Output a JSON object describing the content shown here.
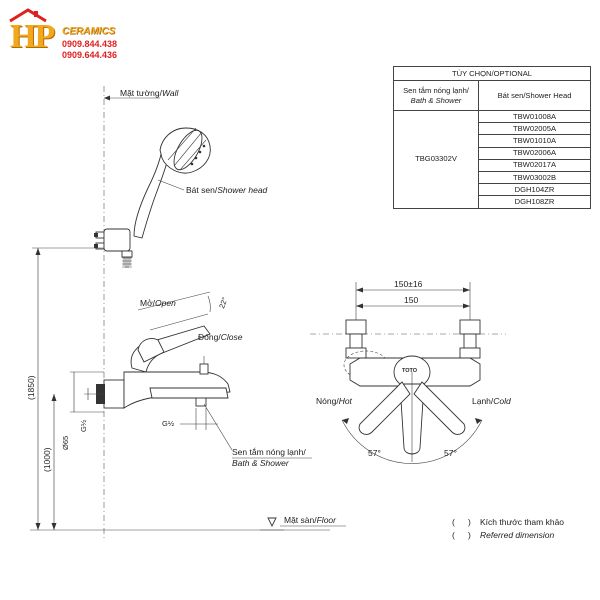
{
  "logo": {
    "mark": "HP",
    "brand": "CERAMICS",
    "phones": [
      "0909.844.438",
      "0909.644.436"
    ],
    "colors": {
      "gold": "#f2a81d",
      "red": "#e02020"
    }
  },
  "table": {
    "title": "TÙY CHỌN/OPTIONAL",
    "col1_header_line1": "Sen tắm nóng lạnh/",
    "col1_header_line2": "Bath & Shower",
    "col2_header": "Bát sen/Shower Head",
    "model": "TBG03302V",
    "shower_heads": [
      "TBW01008A",
      "TBW02005A",
      "TBW01010A",
      "TBW02006A",
      "TBW02017A",
      "TBW03002B",
      "DGH104ZR",
      "DGH108ZR"
    ]
  },
  "labels": {
    "wall_vn": "Mặt tường/",
    "wall_en": "Wall",
    "shower_head_vn": "Bát sen/",
    "shower_head_en": "Shower head",
    "open_vn": "Mở/",
    "open_en": "Open",
    "close_vn": "Đóng/",
    "close_en": "Close",
    "angle_22": "22°",
    "g_half_side": "G½",
    "g_half_bottom": "G½",
    "dia_65": "Ø65",
    "dim_1850": "(1850)",
    "dim_1000": "(1000)",
    "bath_shower_vn": "Sen tắm nóng lạnh/",
    "bath_shower_en": "Bath & Shower",
    "floor_vn": "Mặt sàn/",
    "floor_en": "Floor",
    "dim_150_16": "150±16",
    "dim_150": "150",
    "hot_vn": "Nóng/",
    "hot_en": "Hot",
    "cold_vn": "Lạnh/",
    "cold_en": "Cold",
    "angle_57_left": "57°",
    "angle_57_right": "57°",
    "brand_mark": "TOTO"
  },
  "legend": {
    "ref_vn": "Kích thước tham khảo",
    "ref_en": "Referred dimension",
    "paren_open": "(",
    "paren_close": ")"
  }
}
